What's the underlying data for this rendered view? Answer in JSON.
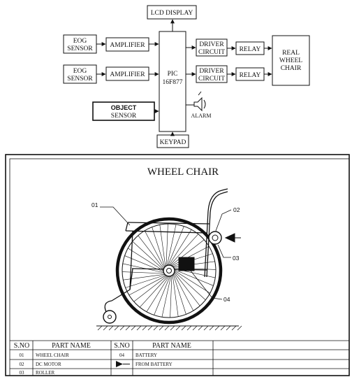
{
  "block_diagram": {
    "lcd": "LCD DISPLAY",
    "eog1": [
      "EOG",
      "SENSOR"
    ],
    "eog2": [
      "EOG",
      "SENSOR"
    ],
    "amp1": "AMPLIFIER",
    "amp2": "AMPLIFIER",
    "pic": [
      "PIC",
      "16F877"
    ],
    "driver1": [
      "DRIVER",
      "CIRCUIT"
    ],
    "driver2": [
      "DRIVER",
      "CIRCUIT"
    ],
    "relay1": "RELAY",
    "relay2": "RELAY",
    "wheelchair": [
      "REAL",
      "WHEEL",
      "CHAIR"
    ],
    "object_sensor": [
      "OBJECT",
      "SENSOR"
    ],
    "alarm": "ALARM",
    "keypad": "KEYPAD"
  },
  "drawing": {
    "title": "WHEEL CHAIR",
    "callouts": [
      "01",
      "02",
      "03",
      "04"
    ]
  },
  "parts_table": {
    "headers": [
      "S.NO",
      "PART NAME",
      "S.NO",
      "PART NAME"
    ],
    "rows": [
      [
        "01",
        "WHEEL CHAIR",
        "04",
        "BATTERY"
      ],
      [
        "02",
        "DC MOTOR",
        "",
        "FROM BATTERY"
      ],
      [
        "03",
        "ROLLER",
        "",
        ""
      ]
    ]
  }
}
